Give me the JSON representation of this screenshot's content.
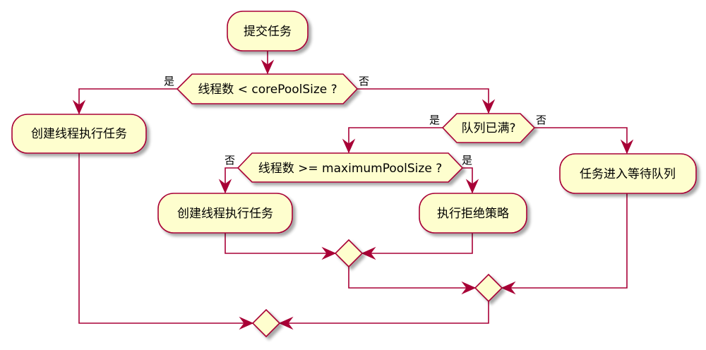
{
  "colors": {
    "node_fill": "#FEFECE",
    "stroke": "#A80036",
    "text": "#000000",
    "shadow": "#aaaaaa"
  },
  "diagram": {
    "title_node": "提交任务",
    "decision_core": "线程数 < corePoolSize ?",
    "action_create_1": "创建线程执行任务",
    "decision_queue": "队列已满?",
    "decision_max": "线程数 >= maximumPoolSize ?",
    "action_create_2": "创建线程执行任务",
    "action_reject": "执行拒绝策略",
    "action_enqueue": "任务进入等待队列",
    "labels": {
      "core_yes": "是",
      "core_no": "否",
      "queue_yes": "是",
      "queue_no": "否",
      "max_no": "否",
      "max_yes": "是"
    }
  }
}
